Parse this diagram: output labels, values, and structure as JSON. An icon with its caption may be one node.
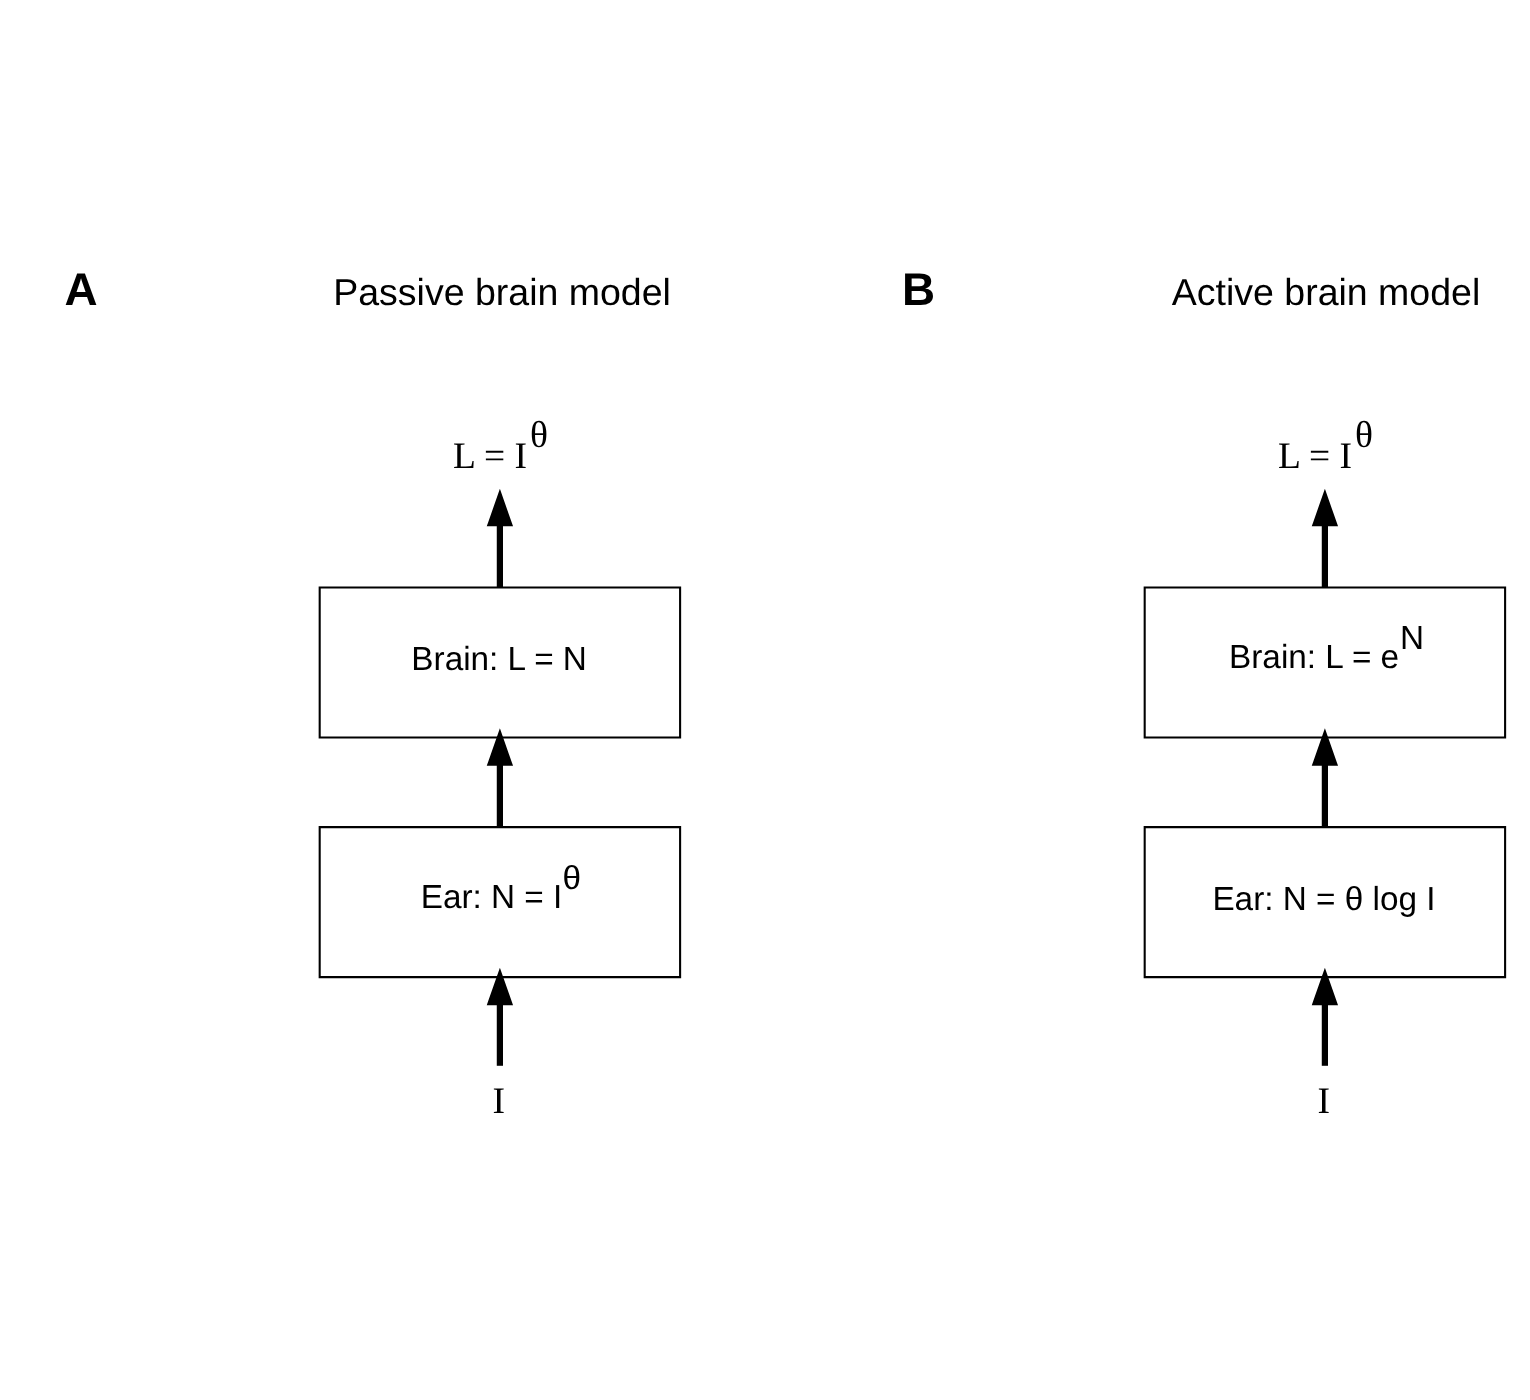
{
  "diagram": {
    "nodes": [
      {
        "text": [
          "L = I$^{θ}$"
        ]
      },
      {
        "text": [
          "Brain: L = N"
        ]
      },
      {
        "text": [
          "Ear: N = I$^{θ}$"
        ]
      },
      {
        "text": [
          "I"
        ]
      },
      {
        "text": [
          "L = I$^{θ}$"
        ]
      },
      {
        "text": [
          "Brain: L = e$^{N}$"
        ]
      },
      {
        "text": [
          "Ear: N = θ log I"
        ]
      },
      {
        "text": [
          "I"
        ]
      }
    ],
    "edges": [
      {
        "from": 3,
        "to": 2,
        "arrow": "to"
      },
      {
        "from": 2,
        "to": 1,
        "arrow": "to"
      },
      {
        "from": 1,
        "to": 0,
        "arrow": "to"
      },
      {
        "from": 7,
        "to": 6,
        "arrow": "to"
      },
      {
        "from": 6,
        "to": 5,
        "arrow": "to"
      },
      {
        "from": 5,
        "to": 4,
        "arrow": "to"
      }
    ],
    "labels": [
      "A",
      "Passive brain model",
      "B",
      "Active brain model"
    ]
  }
}
